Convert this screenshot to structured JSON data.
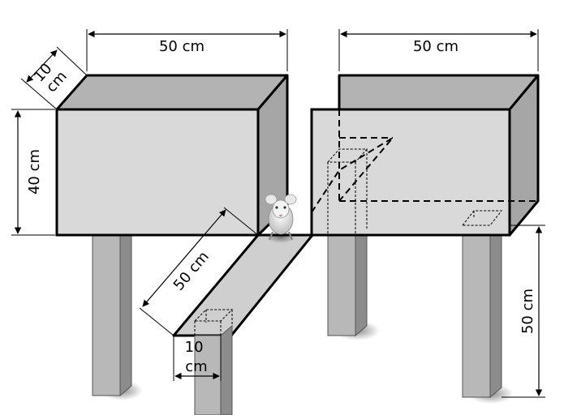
{
  "diagram": {
    "labels": {
      "left_box_width": "50 cm",
      "right_box_width": "50 cm",
      "box_depth_value": "10",
      "box_depth_unit": "cm",
      "box_height": "40 cm",
      "ramp_length": "50 cm",
      "ramp_width_value": "10",
      "ramp_width_unit": "cm",
      "leg_height": "50 cm"
    },
    "colors": {
      "box_face": "#d9d9d9",
      "box_top": "#b3b3b3",
      "box_side": "#a6a6a6",
      "leg_front": "#b8b8b8",
      "leg_side": "#8c8c8c",
      "ramp": "#cfcfcf",
      "line": "#000000"
    },
    "icons": {
      "animal": "mouse-icon"
    }
  }
}
